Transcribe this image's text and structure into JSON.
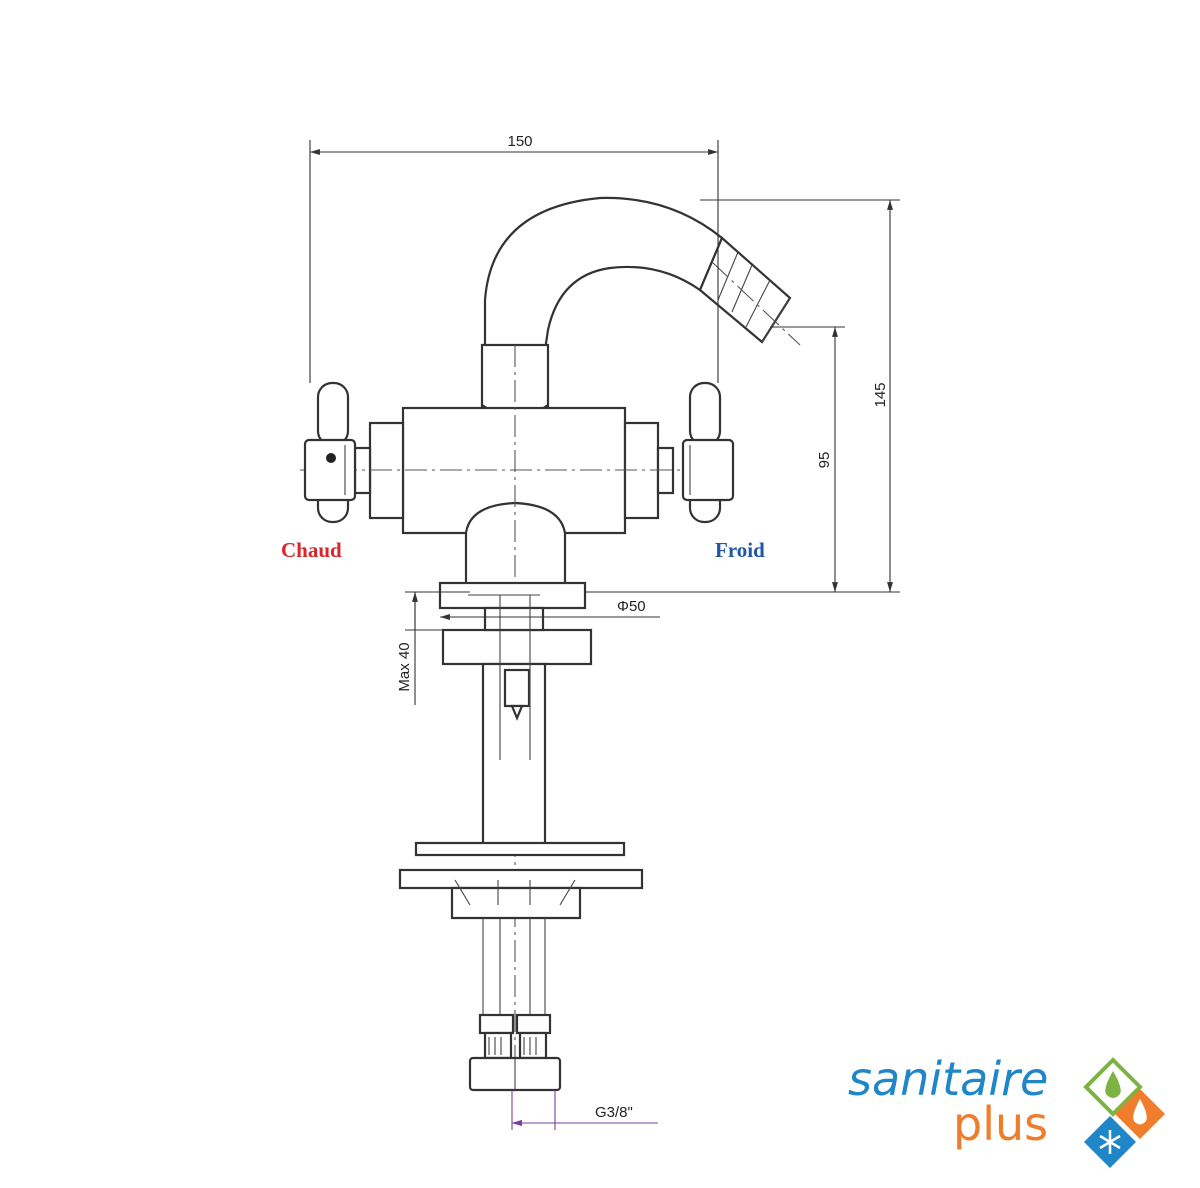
{
  "dimensions": {
    "width": "150",
    "total_height": "145",
    "spout_height": "95",
    "base_diameter": "Φ50",
    "max_deck": "Max  40",
    "thread": "G3/8\""
  },
  "labels": {
    "hot": "Chaud",
    "cold": "Froid"
  },
  "logo": {
    "line1": "sanitaire",
    "line2": "plus"
  },
  "colors": {
    "hot": "#d8262c",
    "cold": "#1f56a6",
    "logo_blue": "#1f86c8",
    "logo_orange": "#ef7d2b",
    "logo_green": "#7cb342",
    "thread_dim": "#7b3f98"
  },
  "icons": [
    "water-drop-icon",
    "flame-drop-icon",
    "snowflake-icon"
  ]
}
